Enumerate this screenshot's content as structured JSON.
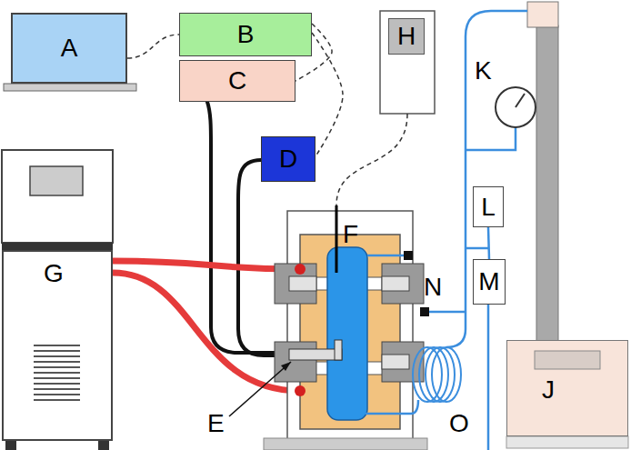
{
  "diagram": {
    "nodes": [
      {
        "text": [
          "A"
        ]
      },
      {
        "text": [
          "B"
        ]
      },
      {
        "text": [
          "H"
        ]
      },
      {
        "text": [
          "C"
        ]
      },
      {
        "text": [
          "D"
        ]
      },
      {
        "text": [
          "G"
        ]
      },
      {
        "text": [
          "L"
        ]
      },
      {
        "text": [
          "M"
        ]
      },
      {
        "text": [
          "J"
        ]
      }
    ],
    "edges": [
      {
        "from": 0,
        "to": 1,
        "arrow": "none"
      },
      {
        "from": 1,
        "to": 3,
        "arrow": "none"
      },
      {
        "from": 1,
        "to": 4,
        "arrow": "none"
      },
      {
        "from": 6,
        "to": 7,
        "arrow": "none"
      }
    ],
    "labels": [
      "E",
      "F",
      "K",
      "N",
      "O"
    ]
  }
}
